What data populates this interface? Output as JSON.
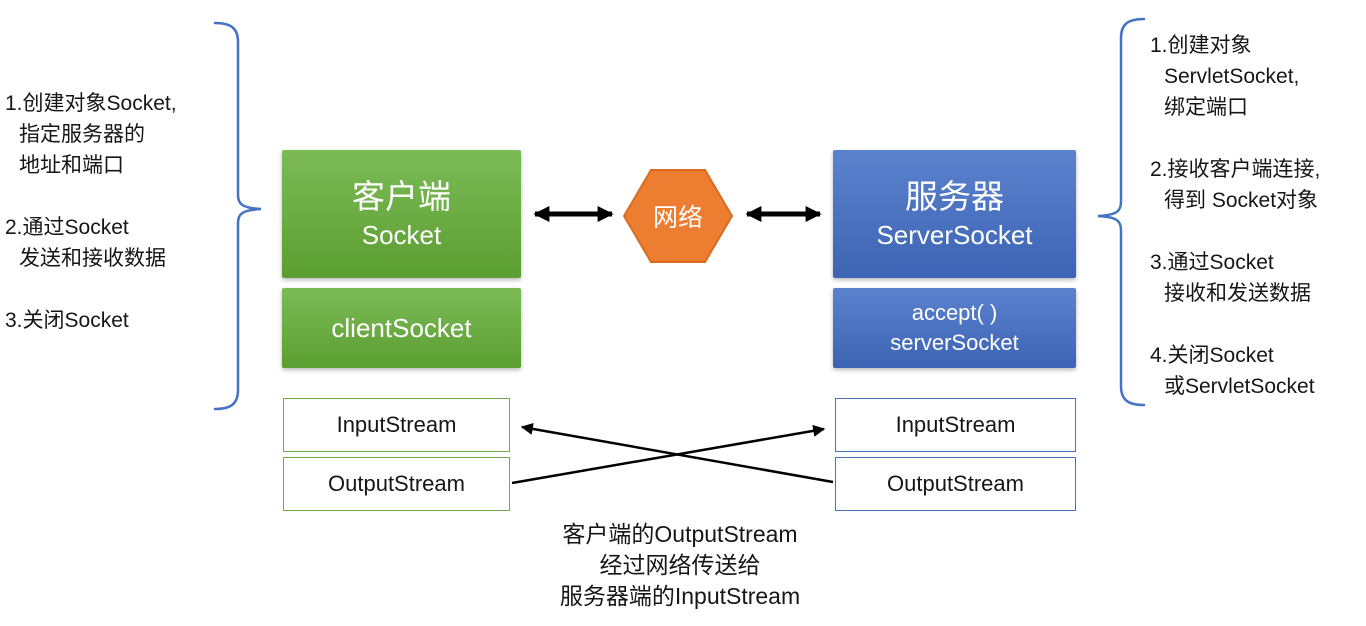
{
  "colors": {
    "client_green": "#70AD47",
    "server_blue": "#4472C4",
    "network_orange": "#ED7D31",
    "brace_blue": "#4472C4",
    "arrow_black": "#000000"
  },
  "left_notes": {
    "items": [
      {
        "lines": [
          "1.创建对象Socket,",
          "指定服务器的",
          "地址和端口"
        ]
      },
      {
        "lines": [
          "2.通过Socket",
          "发送和接收数据"
        ]
      },
      {
        "lines": [
          "3.关闭Socket"
        ]
      }
    ]
  },
  "right_notes": {
    "items": [
      {
        "lines": [
          "1.创建对象",
          "ServletSocket,",
          "绑定端口"
        ]
      },
      {
        "lines": [
          "2.接收客户端连接,",
          "得到 Socket对象"
        ]
      },
      {
        "lines": [
          "3.通过Socket",
          "接收和发送数据"
        ]
      },
      {
        "lines": [
          "4.关闭Socket",
          "或ServletSocket"
        ]
      }
    ]
  },
  "client": {
    "title": "客户端",
    "subtitle": "Socket",
    "sub_box_label": "clientSocket"
  },
  "network": {
    "label": "网络"
  },
  "server": {
    "title": "服务器",
    "subtitle": "ServerSocket",
    "sub_box_line1": "accept( )",
    "sub_box_line2": "serverSocket"
  },
  "streams": {
    "client_input": "InputStream",
    "client_output": "OutputStream",
    "server_input": "InputStream",
    "server_output": "OutputStream"
  },
  "caption": {
    "line1": "客户端的OutputStream",
    "line2": "经过网络传送给",
    "line3": "服务器端的InputStream"
  }
}
